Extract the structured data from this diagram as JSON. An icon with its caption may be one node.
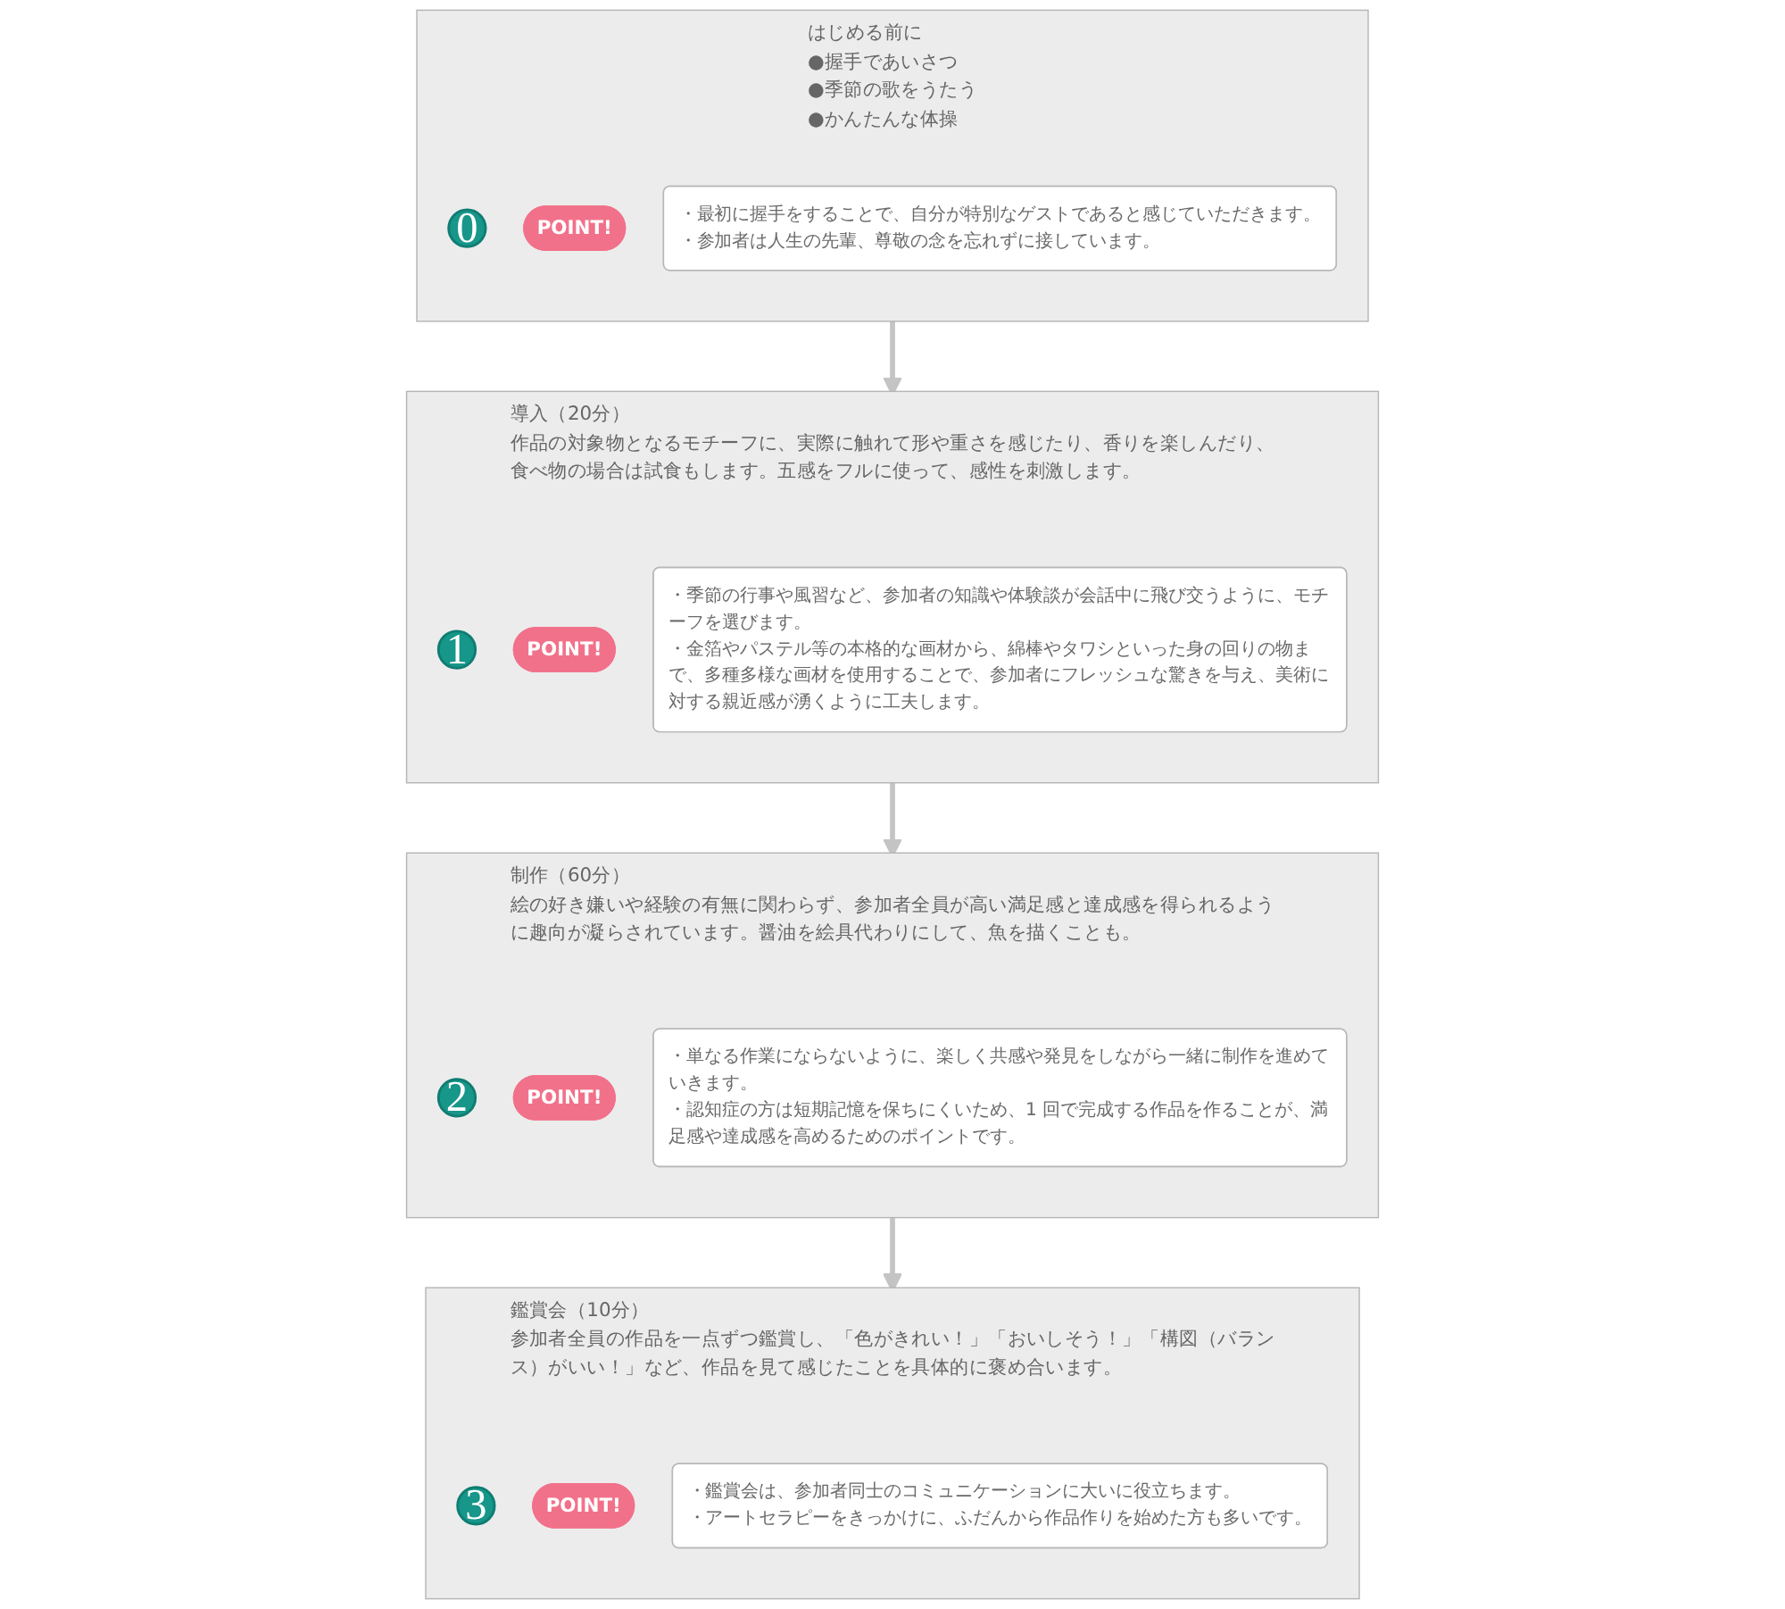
{
  "diagram": {
    "nodes": [
      {
        "text": [
          "はじめる前に",
          "●握手であいさつ",
          "●季節の歌をうたう",
          "●かんたんな体操"
        ]
      },
      {
        "text": [
          "0"
        ],
        "in": 0
      },
      {
        "text": [
          "POINT!"
        ],
        "in": 0
      },
      {
        "text": [
          "・最初に握手をすることで、自分が特別なゲストであると感じていただきます。",
          "・参加者は人生の先輩、尊敬の念を忘れずに接しています。"
        ],
        "in": 0
      },
      {
        "text": [
          "導入（20分）",
          "作品の対象物となるモチーフに、実際に触れて形や重さを感じたり、香りを楽しんだり、食べ物の場合は試食もします。五感をフルに使って、感性を刺激します。"
        ]
      },
      {
        "text": [
          "1"
        ],
        "in": 4
      },
      {
        "text": [
          "POINT!"
        ],
        "in": 4
      },
      {
        "text": [
          "・季節の行事や風習など、参加者の知識や体験談が会話中に飛び交うように、モチーフを選びます。",
          "・金箔やパステル等の本格的な画材から、綿棒やタワシといった身の回りの物まで、多種多様な画材を使用することで、参加者にフレッシュな驚きを与え、美術に対する親近感が湧くように工夫します。"
        ],
        "in": 4
      },
      {
        "text": [
          "制作（60分）",
          "絵の好き嫌いや経験の有無に関わらず、参加者全員が高い満足感と達成感を得られるように趣向が凝らされています。醤油を絵具代わりにして、魚を描くことも。"
        ]
      },
      {
        "text": [
          "2"
        ],
        "in": 8
      },
      {
        "text": [
          "POINT!"
        ],
        "in": 8
      },
      {
        "text": [
          "・単なる作業にならないように、楽しく共感や発見をしながら一緒に制作を進めていきます。",
          "・認知症の方は短期記憶を保ちにくいため、1 回で完成する作品を作ることが、満足感や達成感を高めるためのポイントです。"
        ],
        "in": 8
      },
      {
        "text": [
          "鑑賞会（10分）",
          "参加者全員の作品を一点ずつ鑑賞し、「色がきれい！」「おいしそう！」「構図（バランス）がいい！」など、作品を見て感じたことを具体的に褒め合います。"
        ]
      },
      {
        "text": [
          "3"
        ],
        "in": 12
      },
      {
        "text": [
          "POINT!"
        ],
        "in": 12
      },
      {
        "text": [
          "・鑑賞会は、参加者同士のコミュニケーションに大いに役立ちます。",
          "・アートセラピーをきっかけに、ふだんから作品作りを始めた方も多いです。"
        ],
        "in": 12
      }
    ],
    "edges": [
      {
        "from": 0,
        "to": 4,
        "arrow": "to"
      },
      {
        "from": 4,
        "to": 8,
        "arrow": "to"
      },
      {
        "from": 8,
        "to": 12,
        "arrow": "to"
      }
    ]
  }
}
